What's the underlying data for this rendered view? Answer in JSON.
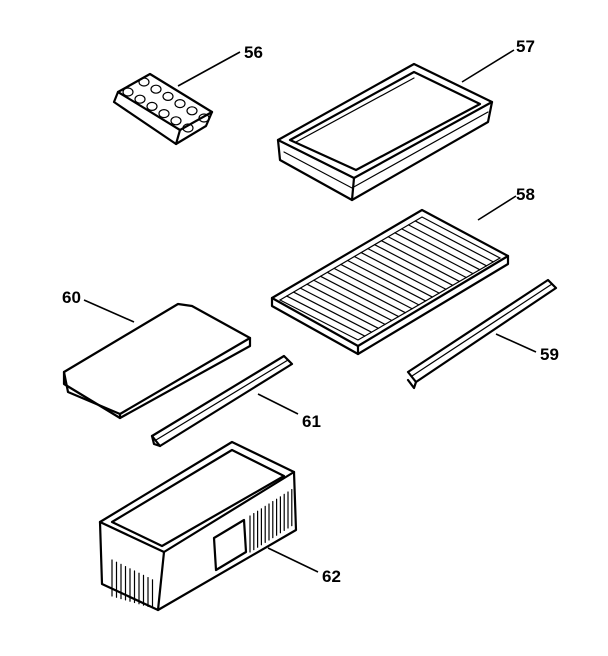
{
  "diagram": {
    "parts": [
      {
        "key": "ice_tray",
        "number": "56"
      },
      {
        "key": "tray",
        "number": "57"
      },
      {
        "key": "shelf_rack",
        "number": "58"
      },
      {
        "key": "shelf_rail_right",
        "number": "59"
      },
      {
        "key": "cover",
        "number": "60"
      },
      {
        "key": "shelf_rail_left",
        "number": "61"
      },
      {
        "key": "crisper_bin",
        "number": "62"
      }
    ]
  }
}
